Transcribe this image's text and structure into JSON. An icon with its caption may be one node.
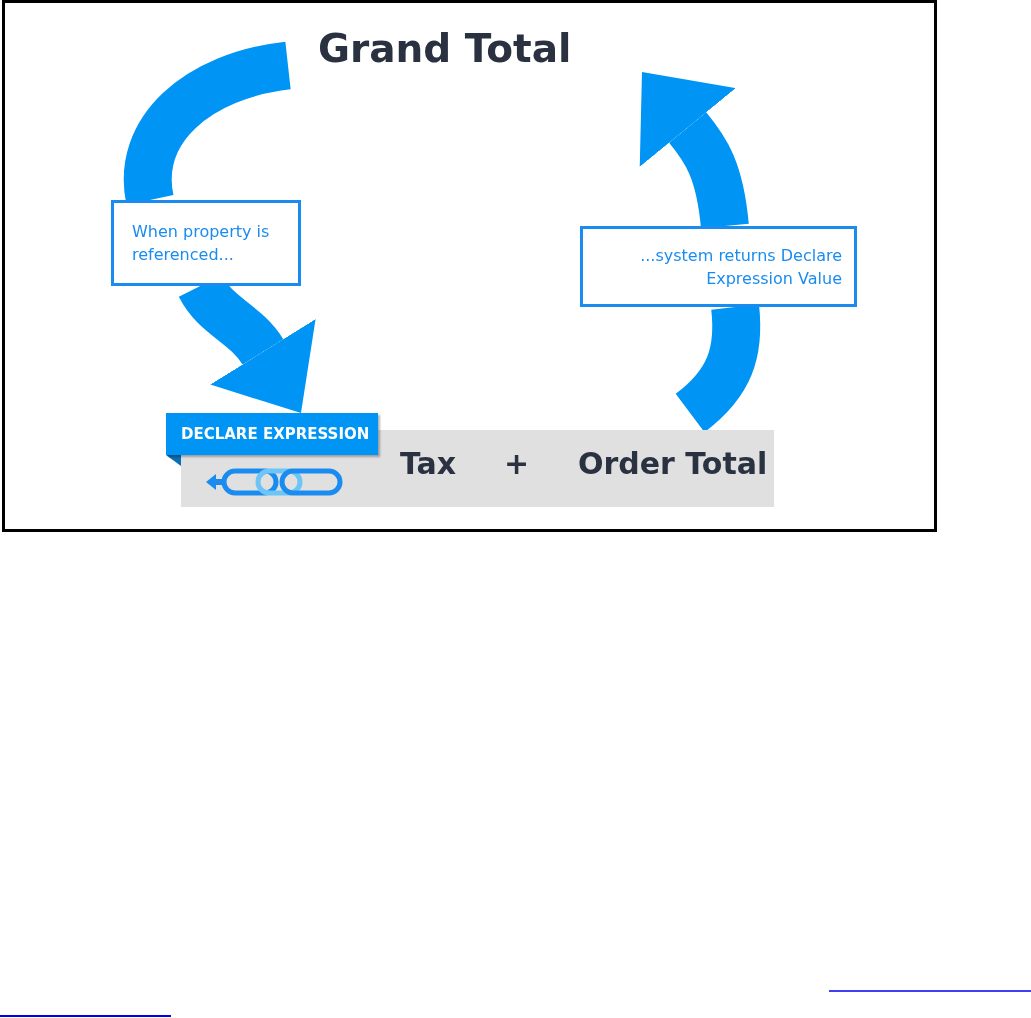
{
  "diagram": {
    "nodes": [
      {
        "text": [
          "Grand Total"
        ]
      },
      {
        "text": [
          "When property is referenced..."
        ]
      },
      {
        "text": [
          "...system returns Declare Expression Value"
        ]
      },
      {
        "text": [
          "DECLARE EXPRESSION",
          "Tax",
          "+",
          "Order Total"
        ]
      }
    ],
    "edges": [
      {
        "from": 0,
        "to": 1,
        "arrow": "none"
      },
      {
        "from": 1,
        "to": 3,
        "arrow": "to"
      },
      {
        "from": 3,
        "to": 2,
        "arrow": "none"
      },
      {
        "from": 2,
        "to": 0,
        "arrow": "to"
      }
    ]
  }
}
